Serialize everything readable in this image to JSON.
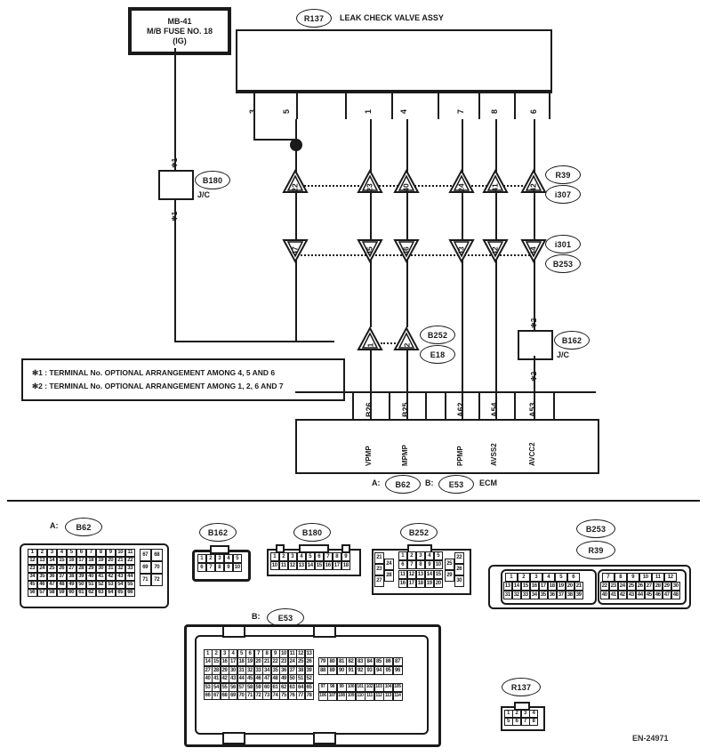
{
  "diagram": {
    "code": "EN-24971",
    "fuse": {
      "line1": "MB-41",
      "line2": "M/B FUSE NO. 18",
      "line3": "(IG)"
    },
    "valve": {
      "code": "R137",
      "title": "LEAK CHECK VALVE ASSY"
    },
    "valve_pins": [
      "3",
      "5",
      "1",
      "4",
      "7",
      "8",
      "6"
    ],
    "jc_b180": {
      "code": "B180",
      "type": "J/C",
      "mark_top": "✻1",
      "mark_bottom": "✻1"
    },
    "jc_b162": {
      "code": "B162",
      "type": "J/C",
      "mark_top": "✻2",
      "mark_bottom": "✻2"
    },
    "row1": {
      "numbers": [
        "22",
        "23",
        "40",
        "24",
        "41",
        "42"
      ],
      "codes": [
        "R39",
        "i307"
      ]
    },
    "row2": {
      "numbers": [
        "47",
        "45",
        "46",
        "43",
        "42",
        "44"
      ],
      "codes": [
        "i301",
        "B253"
      ]
    },
    "row3": {
      "numbers": [
        "1",
        "2"
      ],
      "codes": [
        "B252",
        "E18"
      ]
    },
    "ecm": {
      "pins": [
        "B26",
        "B25",
        "A62",
        "A54",
        "A53"
      ],
      "signals": [
        "VPMP",
        "MPMP",
        "PPMP",
        "AVSS2",
        "AVCC2"
      ],
      "caption_a_prefix": "A:",
      "caption_a": "B62",
      "caption_b_prefix": "B:",
      "caption_b": "E53",
      "caption_suffix": "ECM"
    },
    "notes": [
      "✻1  : TERMINAL No. OPTIONAL ARRANGEMENT AMONG 4, 5 AND 6",
      "✻2  : TERMINAL No. OPTIONAL ARRANGEMENT AMONG 1, 2, 6 AND 7"
    ]
  },
  "connectors": {
    "b62": {
      "prefix": "A:",
      "code": "B62",
      "main_rows": [
        [
          "1",
          "2",
          "3",
          "4",
          "5",
          "6",
          "7",
          "8",
          "9",
          "10",
          "11"
        ],
        [
          "12",
          "13",
          "14",
          "15",
          "16",
          "17",
          "18",
          "19",
          "20",
          "21",
          "22"
        ],
        [
          "23",
          "24",
          "25",
          "26",
          "27",
          "28",
          "29",
          "30",
          "31",
          "32",
          "33"
        ],
        [
          "34",
          "35",
          "36",
          "37",
          "38",
          "39",
          "40",
          "41",
          "42",
          "43",
          "44"
        ],
        [
          "45",
          "46",
          "47",
          "48",
          "49",
          "50",
          "51",
          "52",
          "53",
          "54",
          "55"
        ],
        [
          "56",
          "57",
          "58",
          "59",
          "60",
          "61",
          "62",
          "63",
          "64",
          "65",
          "66"
        ]
      ],
      "side_rows": [
        [
          "67",
          "68"
        ],
        [
          "69",
          "70"
        ],
        [
          "71",
          "72"
        ]
      ]
    },
    "b162": {
      "code": "B162",
      "rows": [
        [
          "1",
          "2",
          "3",
          "4",
          "5"
        ],
        [
          "6",
          "7",
          "8",
          "9",
          "10"
        ]
      ]
    },
    "b180": {
      "code": "B180",
      "rows": [
        [
          "1",
          "2",
          "3",
          "4",
          "5",
          "6",
          "7",
          "8",
          "9"
        ],
        [
          "10",
          "11",
          "12",
          "13",
          "14",
          "15",
          "16",
          "17",
          "18"
        ]
      ]
    },
    "b252": {
      "code": "B252",
      "left_col_outer": [
        "21",
        "23",
        "27"
      ],
      "left_col_inner": [
        "24",
        "28"
      ],
      "center_top": [
        [
          "1",
          "2",
          "3",
          "4",
          "5"
        ],
        [
          "6",
          "7",
          "8",
          "9",
          "10"
        ]
      ],
      "center_bottom": [
        [
          "11",
          "12",
          "13",
          "14",
          "15"
        ],
        [
          "16",
          "17",
          "18",
          "19",
          "20"
        ]
      ],
      "right_col_inner": [
        "25",
        "29"
      ],
      "right_col_outer": [
        "22",
        "26",
        "30"
      ]
    },
    "b253": {
      "code_top": "B253",
      "code_bottom": "R39",
      "left_rows": [
        [
          "1",
          "2",
          "3",
          "4",
          "5",
          "6"
        ],
        [
          "13",
          "14",
          "15",
          "16",
          "17",
          "18",
          "19",
          "20",
          "21"
        ],
        [
          "31",
          "32",
          "33",
          "34",
          "35",
          "36",
          "37",
          "38",
          "39"
        ]
      ],
      "right_rows": [
        [
          "7",
          "8",
          "9",
          "10",
          "11",
          "12"
        ],
        [
          "22",
          "23",
          "24",
          "25",
          "26",
          "27",
          "28",
          "29",
          "30"
        ],
        [
          "40",
          "41",
          "42",
          "43",
          "44",
          "45",
          "46",
          "47",
          "48"
        ]
      ]
    },
    "e53": {
      "prefix": "B:",
      "code": "E53",
      "left_rows": [
        [
          "1",
          "2",
          "3",
          "4",
          "5",
          "6",
          "7",
          "8",
          "9",
          "10",
          "11",
          "12",
          "13"
        ],
        [
          "14",
          "15",
          "16",
          "17",
          "18",
          "19",
          "20",
          "21",
          "22",
          "23",
          "24",
          "25",
          "26"
        ],
        [
          "27",
          "28",
          "29",
          "30",
          "31",
          "32",
          "33",
          "34",
          "35",
          "36",
          "37",
          "38",
          "39"
        ],
        [
          "40",
          "41",
          "42",
          "43",
          "44",
          "45",
          "46",
          "47",
          "48",
          "49",
          "50",
          "51",
          "52"
        ],
        [
          "53",
          "54",
          "55",
          "56",
          "57",
          "58",
          "59",
          "60",
          "61",
          "62",
          "63",
          "64",
          "65"
        ],
        [
          "66",
          "67",
          "68",
          "69",
          "70",
          "71",
          "72",
          "73",
          "74",
          "75",
          "76",
          "77",
          "78"
        ]
      ],
      "right_top_rows": [
        [
          "79",
          "80",
          "81",
          "82",
          "83",
          "84",
          "85",
          "86",
          "87"
        ],
        [
          "88",
          "89",
          "90",
          "91",
          "92",
          "93",
          "94",
          "95",
          "96"
        ]
      ],
      "right_bottom_rows": [
        [
          "97",
          "98",
          "99",
          "100",
          "101",
          "102",
          "103",
          "104",
          "105"
        ],
        [
          "106",
          "107",
          "108",
          "109",
          "110",
          "111",
          "112",
          "113",
          "114"
        ]
      ]
    },
    "r137": {
      "code": "R137",
      "rows": [
        [
          "1",
          "2",
          "3",
          "4"
        ],
        [
          "5",
          "6",
          "7",
          "8"
        ]
      ]
    }
  }
}
